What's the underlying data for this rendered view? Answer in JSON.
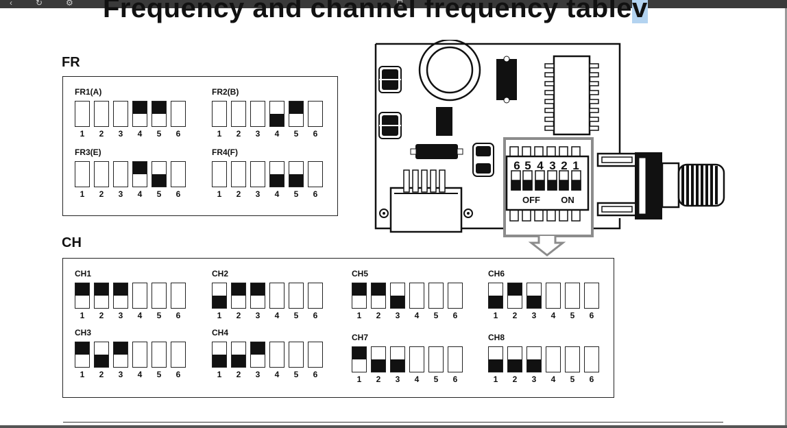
{
  "document": {
    "title": "Frequency and channel frequency table",
    "title_selected_tail": "v"
  },
  "colors": {
    "switch_fill": "#111111",
    "frame": "#222222",
    "highlight": "#b3d3f0",
    "gray_outline": "#8c8c8c"
  },
  "fr_section": {
    "label": "FR",
    "groups": [
      {
        "label": "FR1(A)",
        "states": [
          "off",
          "off",
          "off",
          "up",
          "up",
          "off"
        ]
      },
      {
        "label": "FR2(B)",
        "states": [
          "off",
          "off",
          "off",
          "down",
          "up",
          "off"
        ]
      },
      {
        "label": "FR3(E)",
        "states": [
          "off",
          "off",
          "off",
          "up",
          "down",
          "off"
        ]
      },
      {
        "label": "FR4(F)",
        "states": [
          "off",
          "off",
          "off",
          "down",
          "down",
          "off"
        ]
      }
    ]
  },
  "ch_section": {
    "label": "CH",
    "groups": [
      {
        "label": "CH1",
        "states": [
          "up",
          "up",
          "up",
          "off",
          "off",
          "off"
        ]
      },
      {
        "label": "CH2",
        "states": [
          "down",
          "up",
          "up",
          "off",
          "off",
          "off"
        ]
      },
      {
        "label": "CH5",
        "states": [
          "up",
          "up",
          "down",
          "off",
          "off",
          "off"
        ]
      },
      {
        "label": "CH6",
        "states": [
          "down",
          "up",
          "down",
          "off",
          "off",
          "off"
        ]
      },
      {
        "label": "CH3",
        "states": [
          "up",
          "down",
          "up",
          "off",
          "off",
          "off"
        ]
      },
      {
        "label": "CH4",
        "states": [
          "down",
          "down",
          "up",
          "off",
          "off",
          "off"
        ]
      },
      {
        "label": "CH7",
        "states": [
          "up",
          "down",
          "down",
          "off",
          "off",
          "off"
        ]
      },
      {
        "label": "CH8",
        "states": [
          "down",
          "down",
          "down",
          "off",
          "off",
          "off"
        ]
      }
    ]
  },
  "switch_numbers": [
    "1",
    "2",
    "3",
    "4",
    "5",
    "6"
  ],
  "board": {
    "dip_numbers": [
      "6",
      "5",
      "4",
      "3",
      "2",
      "1"
    ],
    "off_label": "OFF",
    "on_label": "ON"
  }
}
